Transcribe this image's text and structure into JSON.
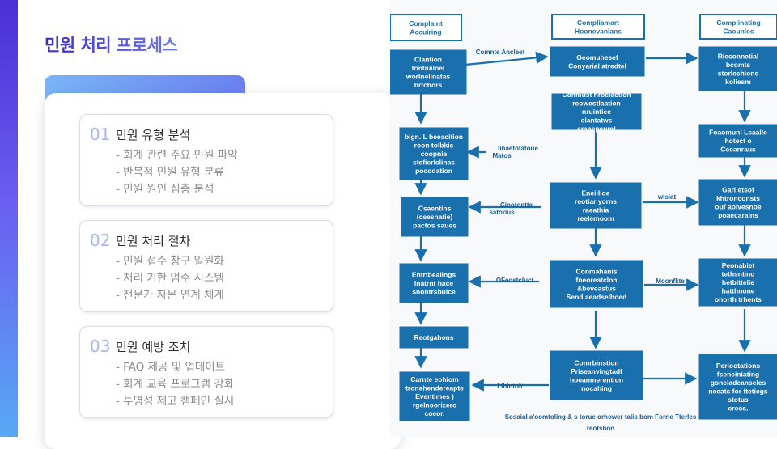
{
  "slide": {
    "title": "민원 처리 프로세스",
    "colors": {
      "accent": "#4a2fd6",
      "box_fill": "#1a6fad",
      "arrow": "#1a6fad"
    }
  },
  "cards": [
    {
      "number": "01",
      "heading": "민원 유형 분석",
      "items": [
        "- 회계 관련 주요 민원 파악",
        "- 반복적 민원 유형 분류",
        "- 민원 원인 심층 분석"
      ]
    },
    {
      "number": "02",
      "heading": "민원 처리 절차",
      "items": [
        "- 민원 접수 창구 일원화",
        "- 처리 기한 엄수 시스템",
        "- 전문가 자문 연계 체계"
      ]
    },
    {
      "number": "03",
      "heading": "민원 예방 조치",
      "items": [
        "- FAQ 제공 및 업데이트",
        "- 회계 교육 프로그램 강화",
        "- 투명성 제고 캠페인 실시"
      ]
    }
  ],
  "flowchart": {
    "boxes": {
      "b1": [
        "Complaint",
        "Accuiring"
      ],
      "b2": [
        "Compliamart",
        "Hoonevanlans"
      ],
      "b3": [
        "Complinating",
        "Caounles"
      ],
      "b4": [
        "Clantion",
        "tontiuilnel",
        "worlnelinatas",
        "brtchors"
      ],
      "b5": [
        "Geomuhesef",
        "Conyarial atredtel"
      ],
      "b6": [
        "Rieconnetial",
        "bcomts",
        "storlechions",
        "koliesm"
      ],
      "b7": [
        "Conmust hroelaction",
        "reowestlaation",
        "nruintiee",
        "elantatws",
        "empepeumt"
      ],
      "b8": [
        "bign. L beeacition",
        "roon tolbkis",
        "coopnie",
        "stefierlclinas",
        "pocodation"
      ],
      "b9": [
        "Foaomunl Lcaalle",
        "hotect o",
        "Cceanraus"
      ],
      "b10": [
        "Eneiilioe",
        "reotiar yorns",
        "raeathia",
        "reelemoom"
      ],
      "b11": [
        "Csaentins",
        "(ceesnatie)",
        "pactos saues"
      ],
      "b12": [
        "Garl etsof",
        "khtronconsts",
        "ouf aolvesnbe",
        "poaecaralns"
      ],
      "b13": [
        "Entrtbeaiings",
        "inatrnt hace",
        "snontrsbuice"
      ],
      "b14": [
        "Conmahanis",
        "fneoreatclon",
        "&beveastus",
        "Send aeadselhoed"
      ],
      "b15": [
        "Peonabiet",
        "tethsnting",
        "hetbittelie",
        "hatthnone",
        "onorth trhents"
      ],
      "b16": [
        "Reotgahons"
      ],
      "b17": [
        "Comrbinstion",
        "Priseanvingtadf",
        "hoeanmerention",
        "nocahing"
      ],
      "b18": [
        "Carnte eohiom",
        "tronahendereapte",
        "Eventlmes )",
        "rgelnoorizero",
        "coeor."
      ],
      "b19": [
        "Periootations",
        "fseneiniating",
        "goneiadeanseles",
        "neeats for ftetiegs",
        "stotus",
        "ereos."
      ]
    },
    "labels": {
      "l1": "Comnte Ancleet",
      "l2": "Iinaetotatoue",
      "l2b": "Matos",
      "l3": "wlsiat",
      "l4": "Cinotontta",
      "l4b": "satorlus",
      "l5": "OFeostcluct",
      "l6": "Moonfkte",
      "l7": "Lihintolt",
      "l8": "Sosaial a'oomtoling & s torue orhower talis bom Forrie Tterles",
      "l8b": "reotshon"
    }
  }
}
